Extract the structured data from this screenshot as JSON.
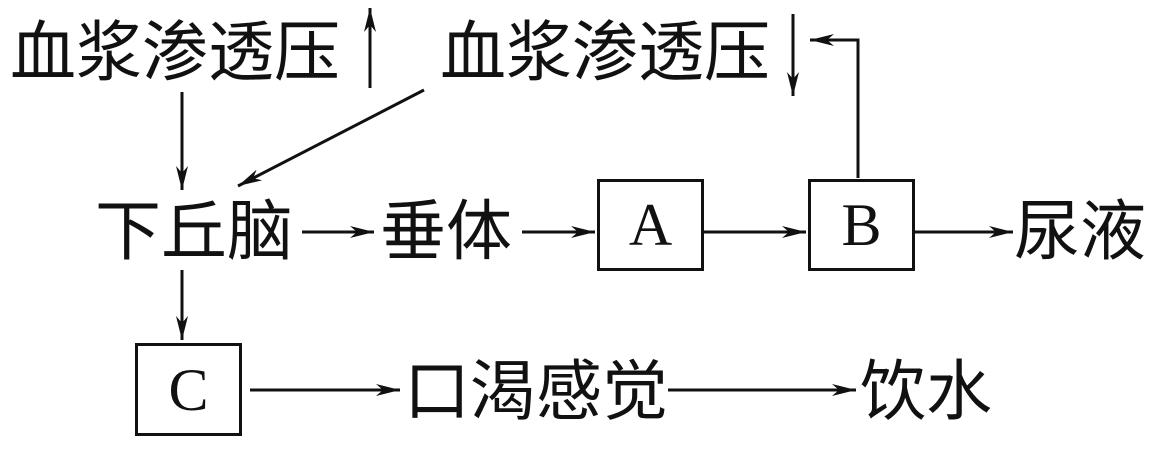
{
  "nodes": {
    "plasma_osmotic_left": "血浆渗透压",
    "plasma_osmotic_right": "血浆渗透压",
    "hypothalamus": "下丘脑",
    "pituitary": "垂体",
    "box_a": "A",
    "box_b": "B",
    "urine": "尿液",
    "box_c": "C",
    "thirst": "口渴感觉",
    "drink": "饮水"
  },
  "indicators": {
    "left_change": "up-arrow-icon",
    "right_change": "down-arrow-icon"
  },
  "colors": {
    "ink": "#111111",
    "background": "#ffffff"
  }
}
